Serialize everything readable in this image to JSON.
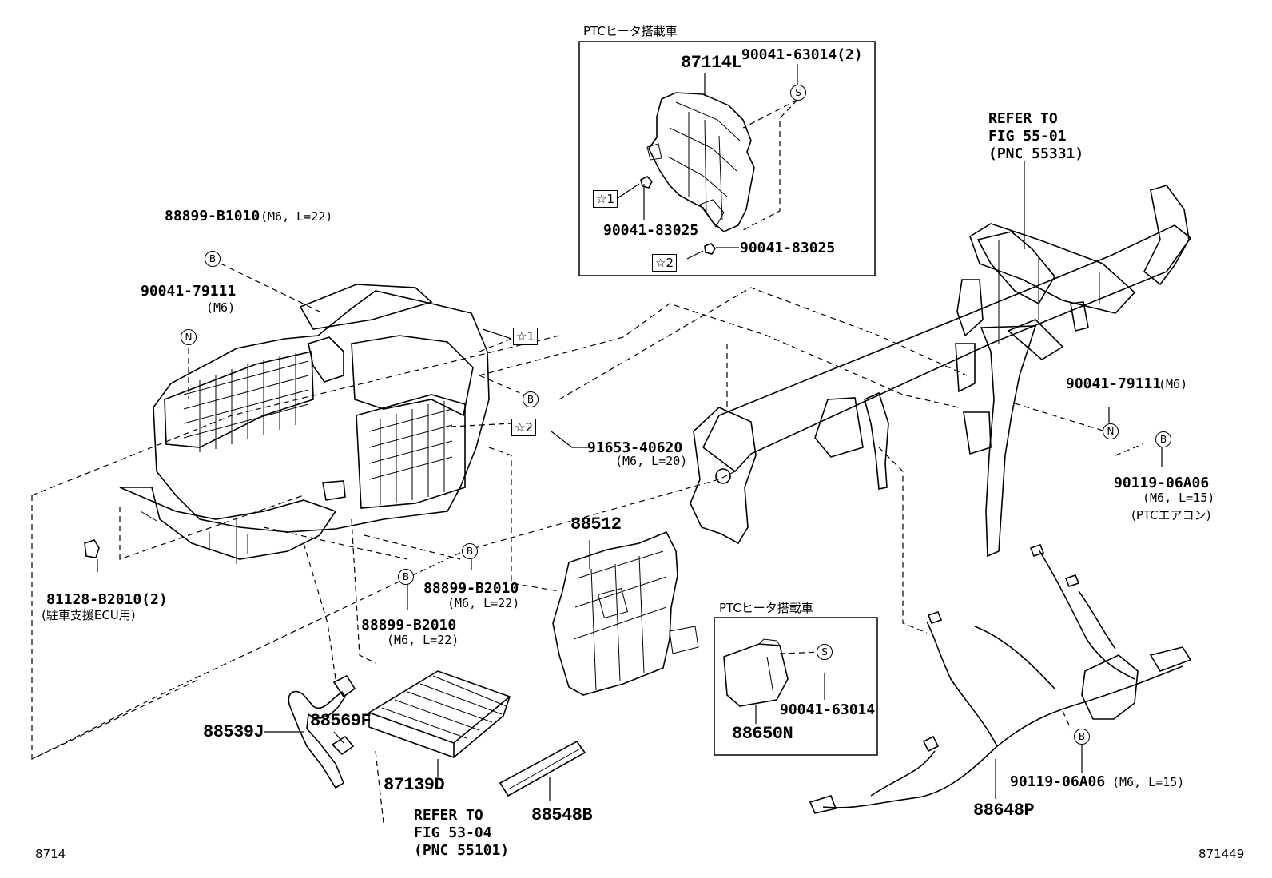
{
  "boxes": {
    "ptc_top_header": "PTCヒータ搭載車",
    "ptc_mid_header": "PTCヒータ搭載車"
  },
  "markers": {
    "b": "B",
    "n": "N",
    "s": "S",
    "star1": "☆1",
    "star2": "☆2"
  },
  "callouts": {
    "p87114l": "87114L",
    "p90041_63014_2": "90041-63014(2)",
    "p90041_83025_a": "90041-83025",
    "p90041_83025_b": "90041-83025",
    "refer_55_01": [
      "REFER TO",
      "FIG 55-01",
      "(PNC 55331)"
    ],
    "p88899_b1010": "88899-B1010",
    "p88899_b1010_spec": "(M6, L=22)",
    "p90041_79111_left": "90041-79111",
    "p90041_79111_left_spec": "(M6)",
    "p90041_79111_right": "90041-79111",
    "p90041_79111_right_spec": "(M6)",
    "p91653_40620": "91653-40620",
    "p91653_40620_spec": "(M6, L=20)",
    "p90119_06a06_upper": "90119-06A06",
    "p90119_06a06_upper_spec": "(M6, L=15)",
    "p90119_06a06_upper_note": "(PTCエアコン)",
    "p88512": "88512",
    "p81128_b2010": "81128-B2010(2)",
    "p81128_b2010_note": "(駐車支援ECU用)",
    "p88899_b2010_a": "88899-B2010",
    "p88899_b2010_a_spec": "(M6, L=22)",
    "p88899_b2010_b": "88899-B2010",
    "p88899_b2010_b_spec": "(M6, L=22)",
    "p90041_63014": "90041-63014",
    "p88650n": "88650N",
    "p88569f": "88569F",
    "p88539j": "88539J",
    "p87139d": "87139D",
    "p88548b": "88548B",
    "refer_53_04": [
      "REFER TO",
      "FIG 53-04",
      "(PNC 55101)"
    ],
    "p90119_06a06_lower": "90119-06A06",
    "p90119_06a06_lower_spec": "(M6, L=15)",
    "p88648p": "88648P"
  },
  "corner_codes": {
    "left": "8714",
    "right": "871449"
  }
}
